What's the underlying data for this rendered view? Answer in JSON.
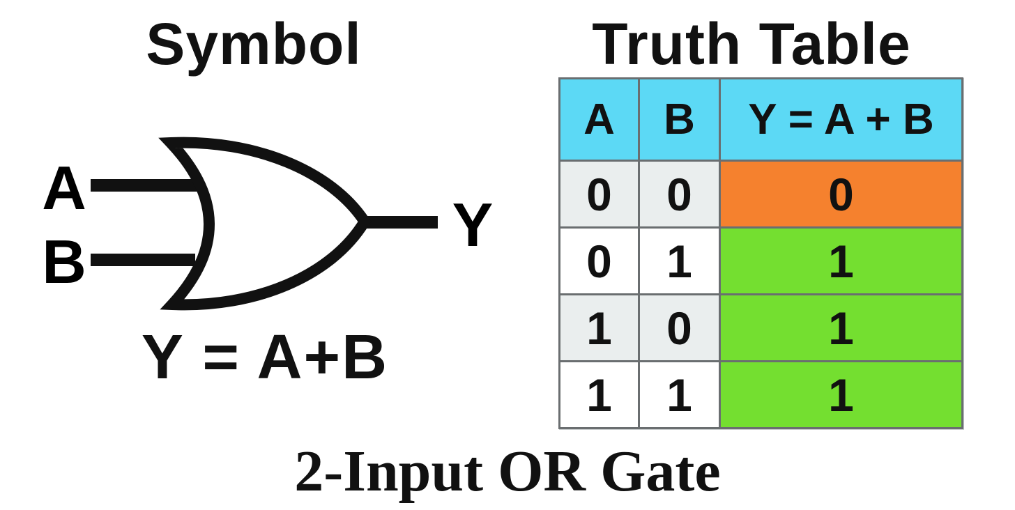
{
  "symbol_section": {
    "heading": "Symbol",
    "input_a_label": "A",
    "input_b_label": "B",
    "output_label": "Y",
    "equation": "Y = A+B"
  },
  "truth_table_section": {
    "heading": "Truth Table",
    "columns": [
      "A",
      "B",
      "Y = A + B"
    ],
    "rows": [
      {
        "a": "0",
        "b": "0",
        "y": "0"
      },
      {
        "a": "0",
        "b": "1",
        "y": "1"
      },
      {
        "a": "1",
        "b": "0",
        "y": "1"
      },
      {
        "a": "1",
        "b": "1",
        "y": "1"
      }
    ],
    "colors": {
      "header_bg": "#5cd9f5",
      "row_odd_bg": "#eaeeee",
      "row_even_bg": "#ffffff",
      "output_false_bg": "#f5812e",
      "output_true_bg": "#74df30",
      "border": "#6a6e70"
    }
  },
  "caption": "2-Input OR Gate",
  "gate": {
    "type": "OR",
    "inputs": [
      "A",
      "B"
    ],
    "output": "Y",
    "stroke_color": "#111111"
  }
}
